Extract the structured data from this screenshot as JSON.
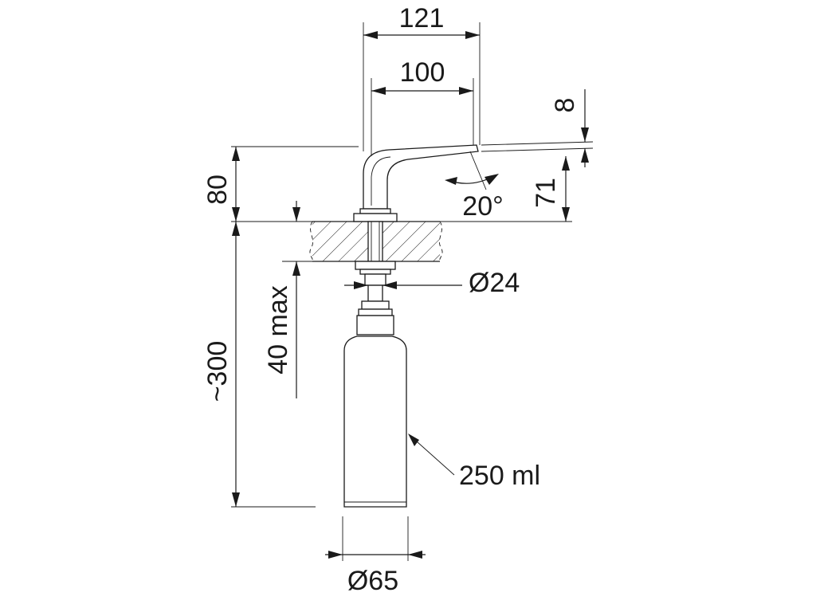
{
  "dimensions": {
    "total_reach": "121",
    "spout_reach": "100",
    "spout_end_thickness": "8",
    "spout_tip_height": "71",
    "spout_angle": "20°",
    "height_above_counter": "80",
    "max_counter_thickness": "40 max",
    "total_length_below": "~300",
    "shank_diameter": "Ø24",
    "bottle_diameter": "Ø65"
  },
  "labels": {
    "bottle_capacity": "250 ml"
  },
  "colors": {
    "line": "#1a1a1a",
    "background": "#ffffff"
  }
}
